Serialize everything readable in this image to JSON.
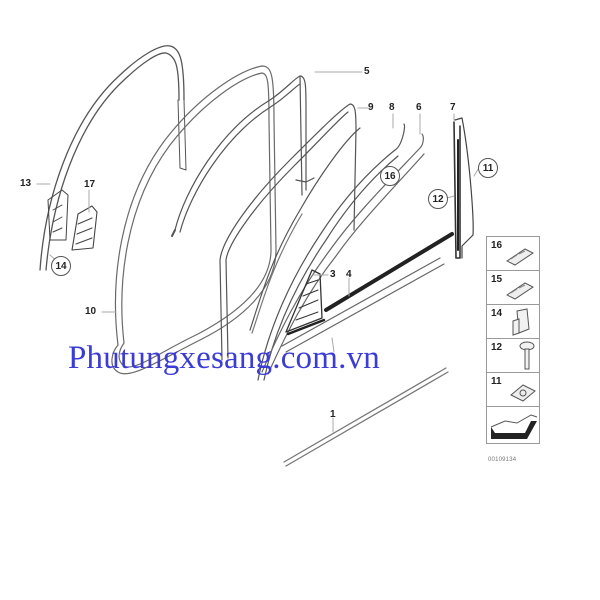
{
  "diagram": {
    "type": "exploded parts diagram",
    "subject": "door weather seals / window channel trims",
    "callouts": {
      "c1": "1",
      "c3": "3",
      "c4": "4",
      "c5": "5",
      "c6": "6",
      "c7": "7",
      "c8": "8",
      "c9": "9",
      "c10": "10",
      "c13": "13",
      "c17": "17"
    },
    "circled_callouts": {
      "c11": "11",
      "c12": "12",
      "c14": "14",
      "c16": "16"
    },
    "legend": {
      "items": [
        {
          "num": "16",
          "icon": "clip-plate-icon"
        },
        {
          "num": "15",
          "icon": "clip-plate-icon"
        },
        {
          "num": "14",
          "icon": "bracket-clip-icon"
        },
        {
          "num": "12",
          "icon": "screw-icon"
        },
        {
          "num": "11",
          "icon": "nut-clip-icon"
        },
        {
          "num": "",
          "icon": "seal-profile-icon"
        }
      ],
      "code": "00109134"
    }
  },
  "watermark": {
    "text": "Phutungxesang.com.vn",
    "color": "#3b3bd6"
  }
}
